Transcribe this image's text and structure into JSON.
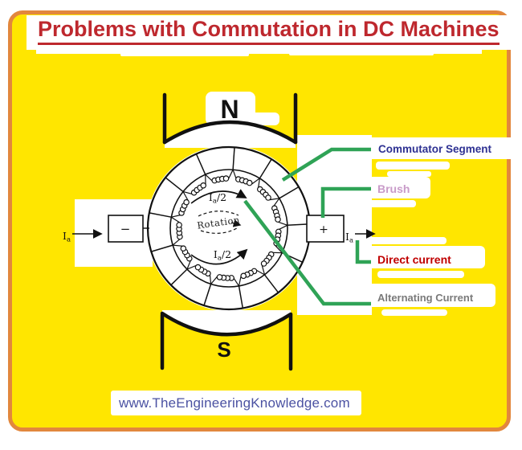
{
  "header": {
    "title": "Problems with Commutation in DC Machines"
  },
  "poles": {
    "north_label": "N",
    "south_label": "S"
  },
  "terminals": {
    "negative_label": "−",
    "positive_label": "+",
    "current_symbol": "I",
    "current_subscript": "a"
  },
  "armature": {
    "current_symbol": "I",
    "current_subscript": "a",
    "current_half_suffix": "/2",
    "rotation_label": "Rotation"
  },
  "callouts": [
    {
      "label": "Commutator Segment",
      "color": "#2E3192"
    },
    {
      "label": "Brush",
      "color": "#C99BC9"
    },
    {
      "label": "Direct current",
      "color": "#C00000"
    },
    {
      "label": "Alternating Current",
      "color": "#7A7A7A"
    }
  ],
  "footer": {
    "website": "www.TheEngineeringKnowledge.com"
  },
  "colors": {
    "background_yellow": "#FFE600",
    "border_orange": "#E2873D",
    "title_red": "#BE282E",
    "callout_line_green": "#2FA356",
    "website_blue": "#4B52A2",
    "diagram_ink": "#111111"
  }
}
